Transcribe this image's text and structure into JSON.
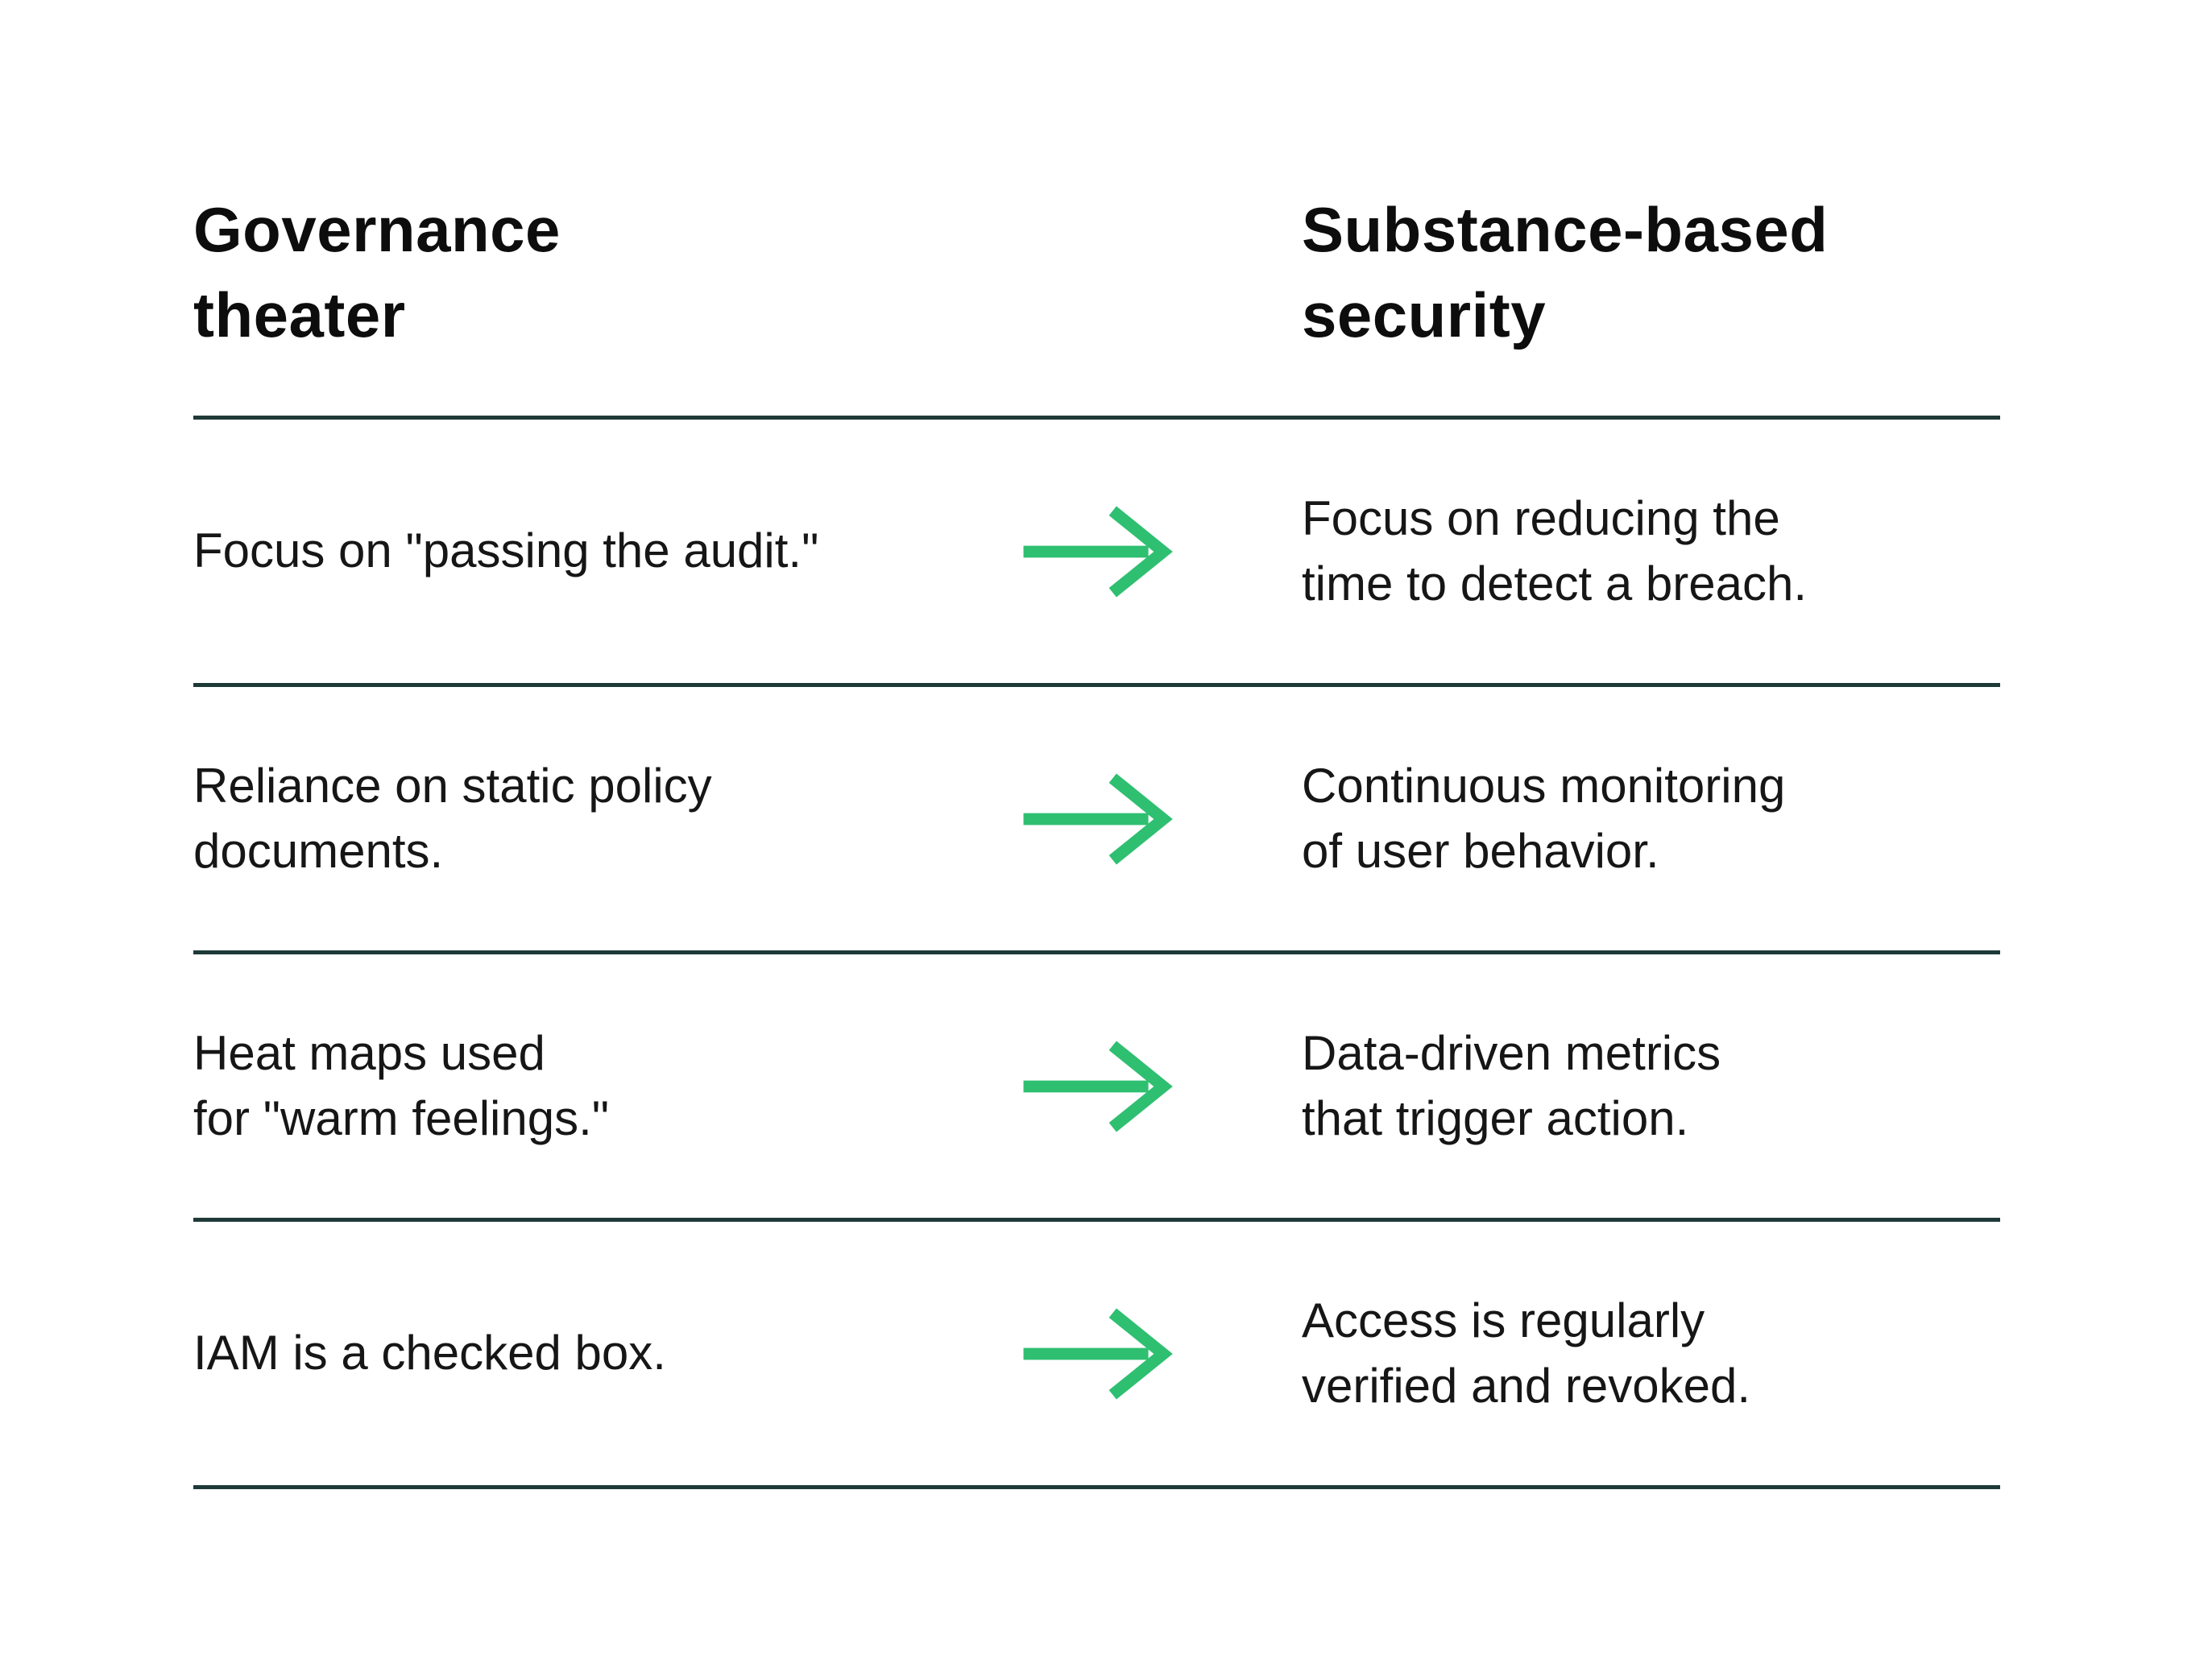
{
  "table": {
    "headers": {
      "left": "Governance\ntheater",
      "right": "Substance-based\nsecurity"
    },
    "rows": [
      {
        "left": "Focus on \"passing the audit.\"",
        "right": "Focus on reducing the\ntime to detect a breach."
      },
      {
        "left": "Reliance on static policy\ndocuments.",
        "right": "Continuous monitoring\nof user behavior."
      },
      {
        "left": "Heat maps used\nfor \"warm feelings.\"",
        "right": "Data-driven metrics\nthat trigger action."
      },
      {
        "left": "IAM is a checked box.",
        "right": "Access is regularly\nverified and revoked."
      }
    ],
    "icons": {
      "arrow": "right-arrow-icon"
    },
    "colors": {
      "arrow_green": "#2fbf71",
      "divider_teal": "#1e3a38",
      "text": "#161616",
      "background": "#ffffff"
    }
  }
}
